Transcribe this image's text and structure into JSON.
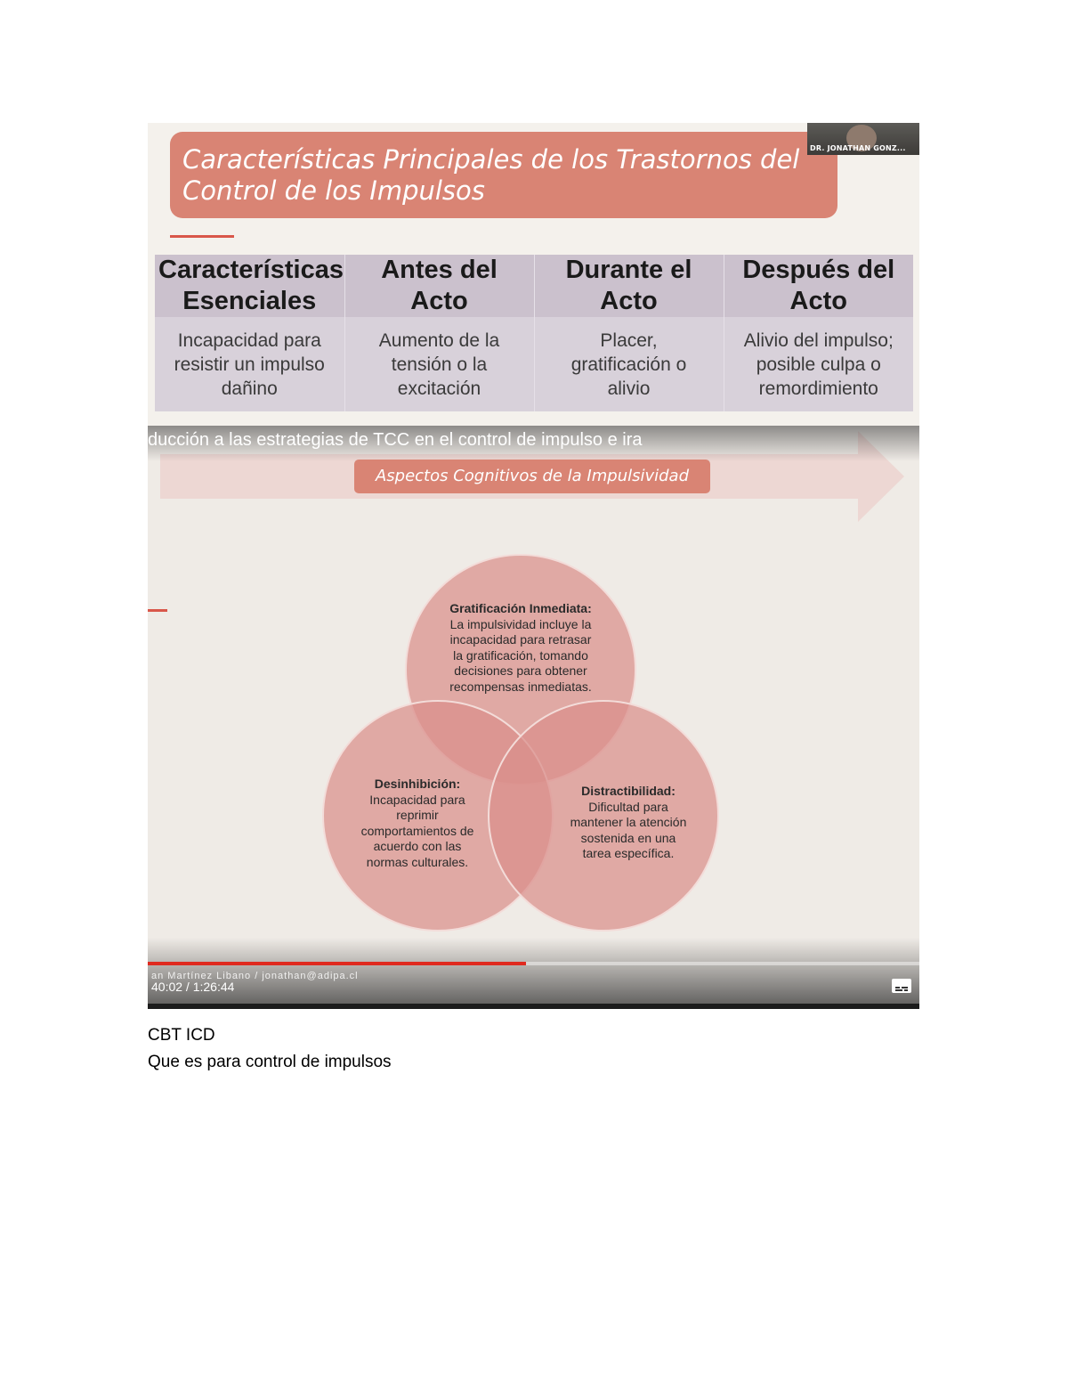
{
  "slide": {
    "title": "Características Principales de los Trastornos del\nControl de los Impulsos",
    "camera_label": "DR. JONATHAN GONZ...",
    "table": {
      "headers": [
        "Características\nEsenciales",
        "Antes del\nActo",
        "Durante el\nActo",
        "Después del\nActo"
      ],
      "cells": [
        "Incapacidad para\nresistir un impulso\ndañino",
        "Aumento de la\ntensión o la\nexcitación",
        "Placer,\ngratificación o\nalivio",
        "Alivio del impulso;\nposible culpa o\nremordimiento"
      ]
    }
  },
  "video": {
    "title": "ducción a las estrategias de TCC en el control de impulso e ira",
    "banner": "Aspectos Cognitivos de la Impulsividad",
    "venn": [
      {
        "title": "Gratificación Inmediata:",
        "body": "La impulsividad incluye la\nincapacidad para retrasar\nla gratificación, tomando\ndecisiones para obtener\nrecompensas inmediatas."
      },
      {
        "title": "Desinhibición:",
        "body": "Incapacidad para\nreprimir\ncomportamientos de\nacuerdo con las\nnormas culturales."
      },
      {
        "title": "Distractibilidad:",
        "body": "Dificultad para\nmantener la atención\nsostenida en una\ntarea específica."
      }
    ],
    "presenter": "an Martínez Libano / jonathan@adipa.cl",
    "timecode": "40:02 / 1:26:44",
    "progress_fraction": 0.49,
    "icons": {
      "captions": "closed-captions-icon"
    },
    "colors": {
      "progress": "#e02a1f",
      "accent": "#d98474"
    }
  },
  "notes": {
    "line1": "CBT ICD",
    "line2": "Que es para control de impulsos"
  }
}
